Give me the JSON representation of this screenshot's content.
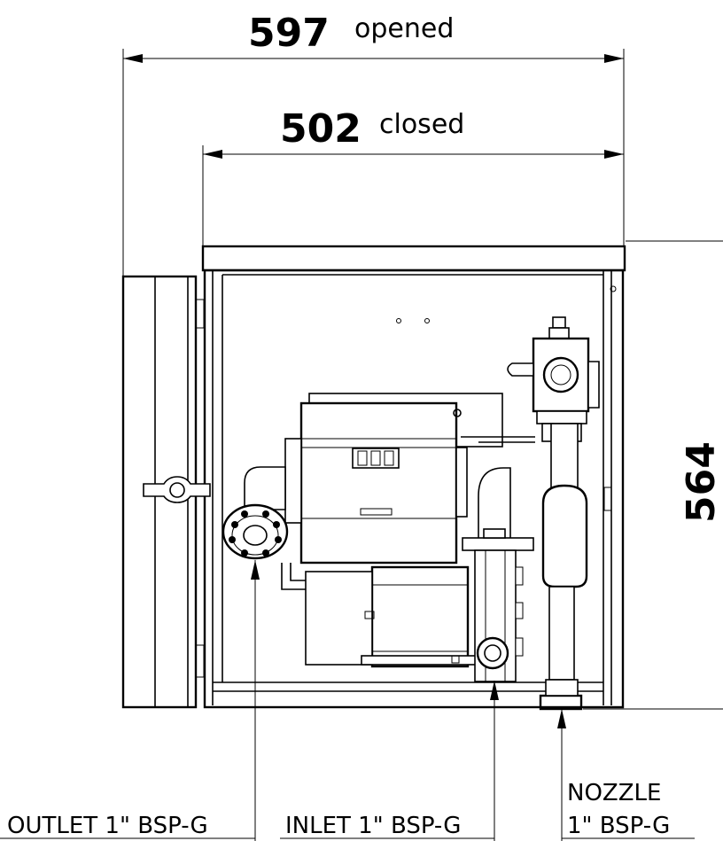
{
  "dimensions": {
    "opened": {
      "value": "597",
      "label": "opened"
    },
    "closed": {
      "value": "502",
      "label": "closed"
    },
    "height": {
      "value": "564"
    }
  },
  "callouts": {
    "outlet": "OUTLET 1\" BSP-G",
    "inlet": "INLET 1\" BSP-G",
    "nozzle_line1": "NOZZLE",
    "nozzle_line2": "1\" BSP-G"
  }
}
